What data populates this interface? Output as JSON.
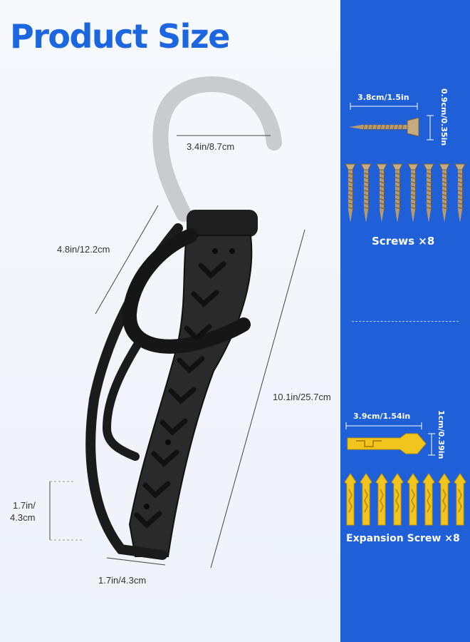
{
  "title": "Product Size",
  "dimensions": {
    "hook_width": "3.4in/8.7cm",
    "arm_length": "4.8in/12.2cm",
    "total_height": "10.1in/25.7cm",
    "side_height_line1": "1.7in/",
    "side_height_line2": "4.3cm",
    "base_width": "1.7in/4.3cm"
  },
  "screws": {
    "length": "3.8cm/1.5in",
    "diameter": "0.9cm/0.35in",
    "label": "Screws ×8",
    "count": 8
  },
  "expansion": {
    "length": "3.9cm/1.54in",
    "diameter": "1cm/0.39in",
    "label": "Expansion Screw ×8",
    "count": 8
  },
  "colors": {
    "title": "#1c66e0",
    "panel": "#1f5fd8",
    "hook_metal": "#1b1b1b",
    "hook_tip": "#c9cbcf",
    "screw": "#b79a6e",
    "anchor": "#f2c51e"
  }
}
